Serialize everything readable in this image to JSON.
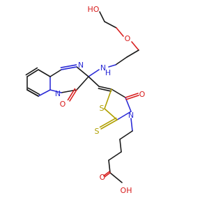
{
  "molecule": {
    "atoms": {
      "ho": {
        "label": "HO",
        "color": "#d81e1e"
      },
      "o_ether": {
        "label": "O",
        "color": "#d81e1e"
      },
      "n_ring_top": {
        "label": "N",
        "color": "#2b2bd6"
      },
      "nh": {
        "label": "N",
        "color": "#2b2bd6"
      },
      "h_on_n": {
        "label": "H",
        "color": "#2b2bd6"
      },
      "n_ring_bridge": {
        "label": "N",
        "color": "#2b2bd6"
      },
      "o_pyrimidinone": {
        "label": "O",
        "color": "#d81e1e"
      },
      "o_thiazolidinone": {
        "label": "O",
        "color": "#d81e1e"
      },
      "s_ring": {
        "label": "S",
        "color": "#b0a000"
      },
      "n_thiazolidine": {
        "label": "N",
        "color": "#2b2bd6"
      },
      "s_thione": {
        "label": "S",
        "color": "#b0a000"
      },
      "o_acid_carbonyl": {
        "label": "O",
        "color": "#d81e1e"
      },
      "oh_acid": {
        "label": "OH",
        "color": "#d81e1e"
      }
    },
    "colors": {
      "carbon_bond": "#1a1a1a",
      "nitrogen": "#2b2bd6",
      "oxygen": "#d81e1e",
      "sulfur": "#b0a000",
      "background": "#ffffff"
    }
  }
}
